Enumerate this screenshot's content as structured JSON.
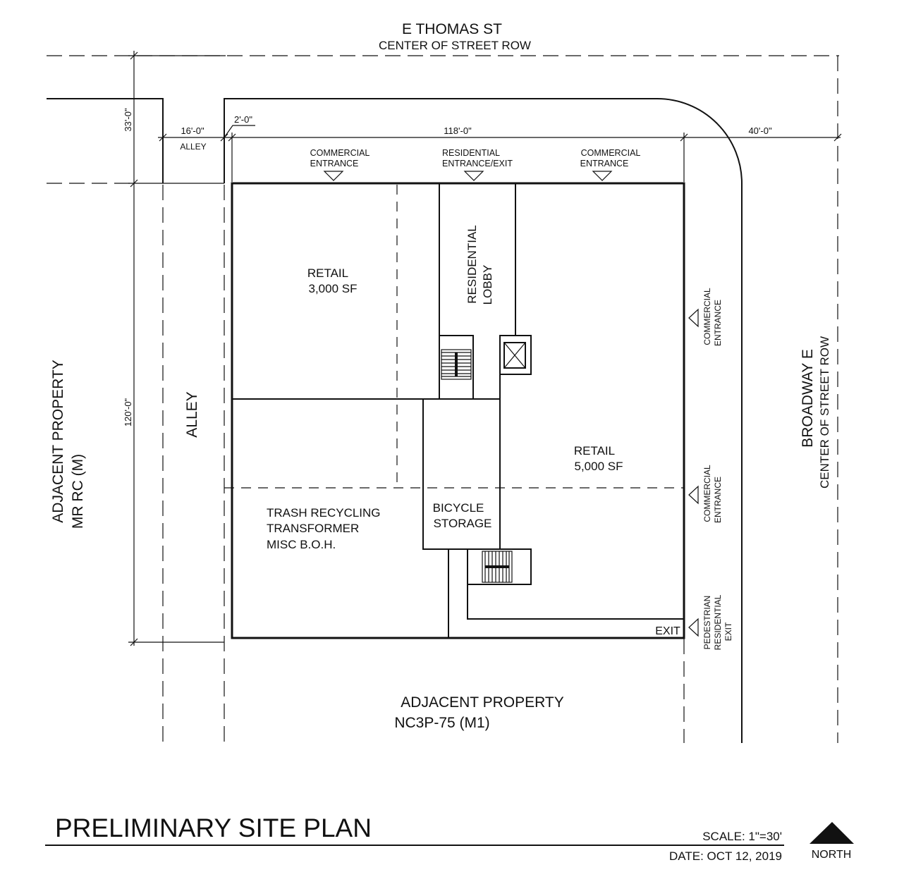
{
  "streets": {
    "north_name": "E THOMAS ST",
    "north_sub": "CENTER OF STREET ROW",
    "east_name": "BROADWAY E",
    "east_sub": "CENTER OF STREET ROW"
  },
  "adjacent": {
    "west_line1": "ADJACENT PROPERTY",
    "west_line2": "MR RC (M)",
    "south_line1": "ADJACENT PROPERTY",
    "south_line2": "NC3P-75 (M1)"
  },
  "alley": {
    "label": "ALLEY",
    "dim_label": "ALLEY"
  },
  "dimensions": {
    "setback_top": "33'-0\"",
    "alley_width": "16'-0\"",
    "offset": "2'-0\"",
    "building_width": "118'-0\"",
    "east_setback": "40'-0\"",
    "building_depth": "120'-0\""
  },
  "entrances": {
    "north_commercial_1": [
      "COMMERCIAL",
      "ENTRANCE"
    ],
    "north_residential": [
      "RESIDENTIAL",
      "ENTRANCE/EXIT"
    ],
    "north_commercial_2": [
      "COMMERCIAL",
      "ENTRANCE"
    ],
    "east_commercial_1": [
      "COMMERCIAL",
      "ENTRANCE"
    ],
    "east_commercial_2": [
      "COMMERCIAL",
      "ENTRANCE"
    ],
    "east_pedestrian": [
      "PEDESTRIAN",
      "RESIDENTIAL",
      "EXIT"
    ]
  },
  "rooms": {
    "retail_west": [
      "RETAIL",
      "3,000 SF"
    ],
    "residential_lobby": [
      "RESIDENTIAL",
      "LOBBY"
    ],
    "retail_east": [
      "RETAIL",
      "5,000 SF"
    ],
    "boh": [
      "TRASH RECYCLING",
      "TRANSFORMER",
      "MISC B.O.H."
    ],
    "bicycle": [
      "BICYCLE",
      "STORAGE"
    ],
    "exit": "EXIT"
  },
  "title_block": {
    "title": "PRELIMINARY SITE PLAN",
    "scale": "SCALE: 1\"=30'",
    "date": "DATE: OCT 12, 2019",
    "north": "NORTH"
  }
}
